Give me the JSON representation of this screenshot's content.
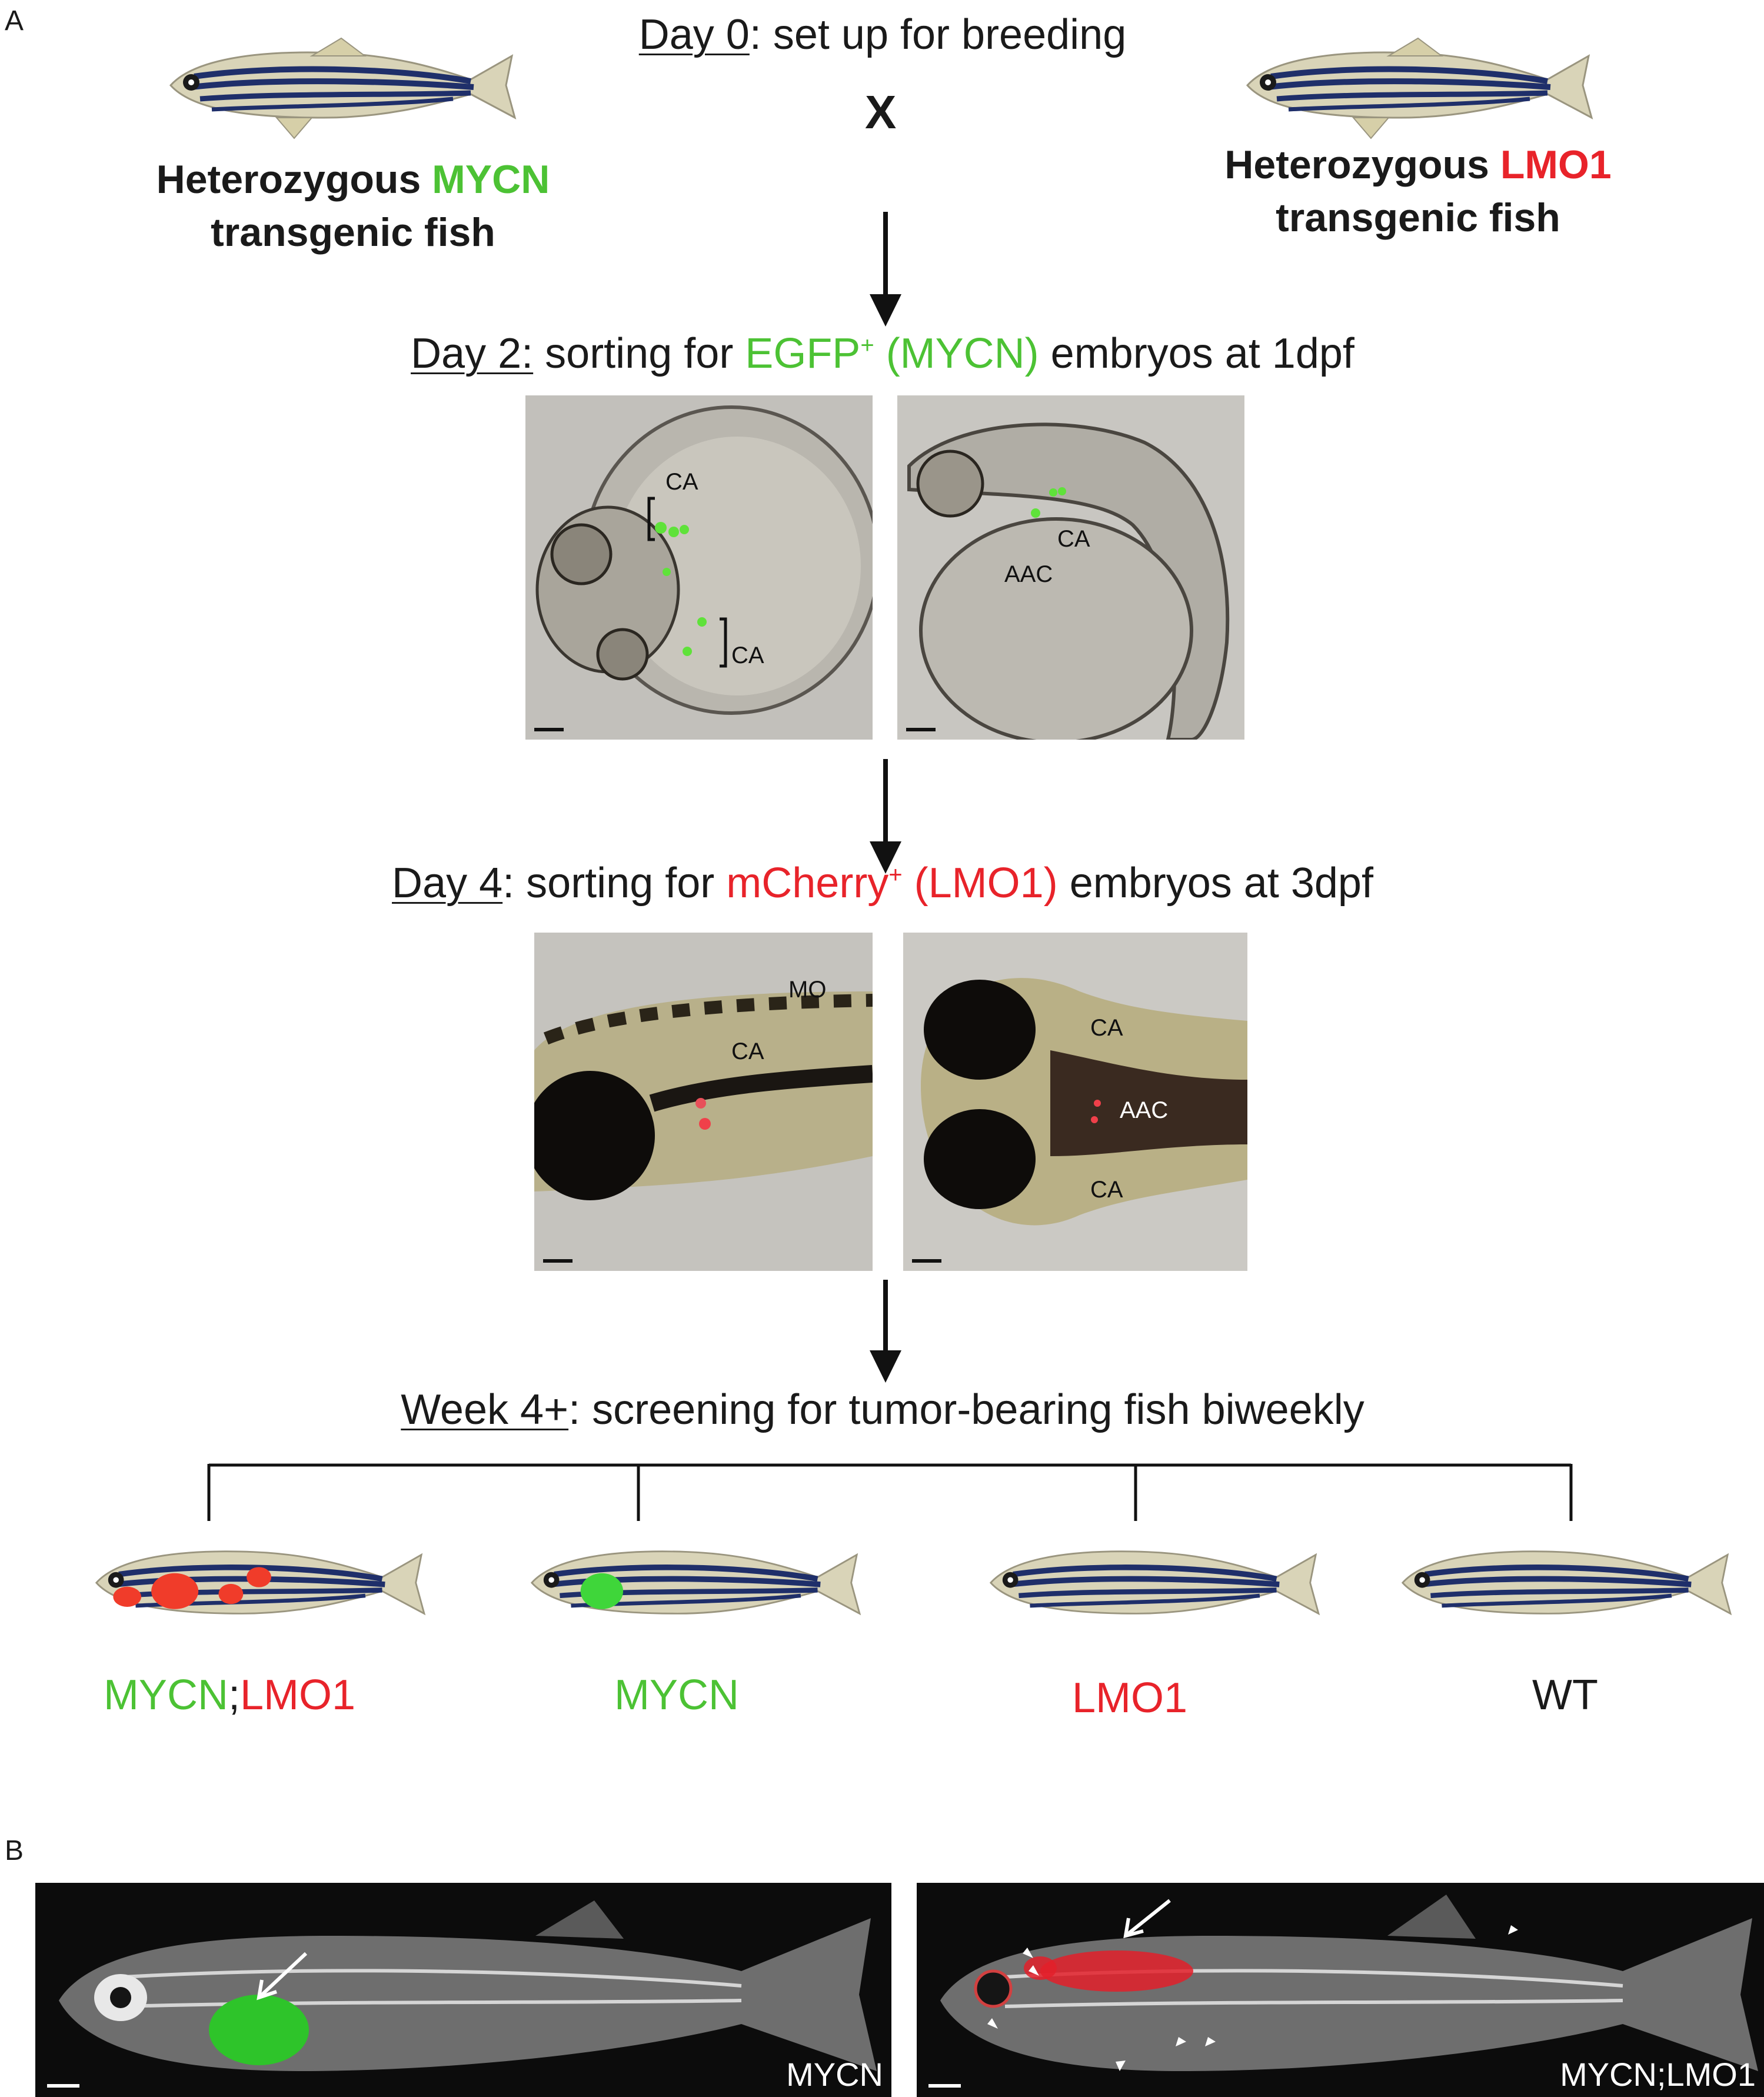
{
  "panels": {
    "a": "A",
    "b": "B"
  },
  "steps": {
    "day0": {
      "underlined": "Day 0",
      "rest": ": set up for breeding"
    },
    "cross": "X",
    "day2": {
      "underlined": "Day 2:",
      "pre": " sorting for ",
      "marker": "EGFP",
      "sup": "+",
      "gene": " (MYCN)",
      "post": " embryos at 1dpf"
    },
    "day4": {
      "underlined": "Day 4",
      "colon": ":",
      "pre": " sorting for ",
      "marker": "mCherry",
      "sup": "+",
      "gene": " (LMO1)",
      "post": " embryos at 3dpf"
    },
    "week4": {
      "underlined": "Week 4+",
      "rest": ": screening for tumor-bearing fish biweekly"
    }
  },
  "parents": {
    "left": {
      "line1_pre": "Heterozygous ",
      "line1_gene": "MYCN",
      "line2": "transgenic fish"
    },
    "right": {
      "line1_pre": "Heterozygous ",
      "line1_gene": "LMO1",
      "line2": "transgenic fish"
    }
  },
  "day2_images": {
    "left": {
      "labels": [
        "CA",
        "CA"
      ]
    },
    "right": {
      "labels": [
        "CA",
        "AAC"
      ]
    }
  },
  "day4_images": {
    "left": {
      "labels": [
        "MO",
        "CA"
      ]
    },
    "right": {
      "labels": [
        "CA",
        "AAC",
        "CA"
      ]
    }
  },
  "genotypes": {
    "mycn_lmo1": {
      "a": "MYCN",
      "sep": ";",
      "b": "LMO1"
    },
    "mycn": "MYCN",
    "lmo1": "LMO1",
    "wt": "WT"
  },
  "panel_b": {
    "left_label": "MYCN",
    "right_label": "MYCN;LMO1"
  },
  "colors": {
    "green": "#4cc234",
    "red": "#e8232a",
    "arrow": "#111111"
  }
}
